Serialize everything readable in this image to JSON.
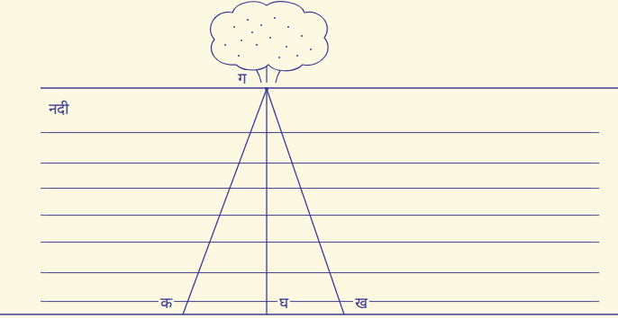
{
  "diagram": {
    "labels": [
      "ग",
      "नदी",
      "क",
      "घ",
      "ख"
    ]
  }
}
